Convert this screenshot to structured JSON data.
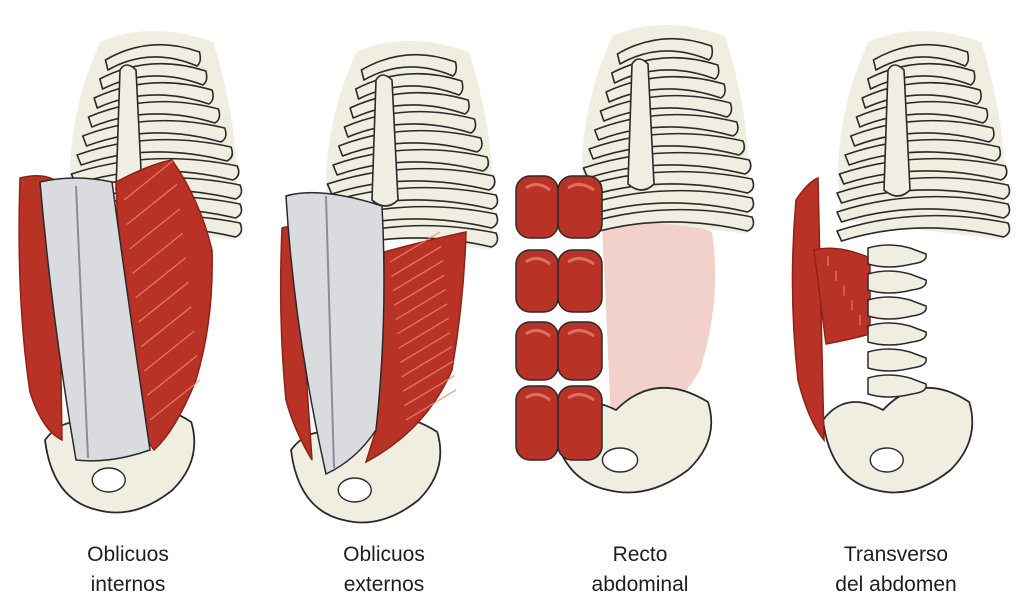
{
  "colors": {
    "bone": "#efeee0",
    "bone_outline": "#2a2a2a",
    "muscle": "#b83226",
    "muscle_dark": "#8e2219",
    "muscle_fiber": "#e98a7a",
    "fascia": "#d9dbdf",
    "fascia_light": "#f1f2f4",
    "muscle_tint": "#f0c9c1",
    "caption_text": "#1e1e1e"
  },
  "panels": [
    {
      "id": "internal-obliques",
      "caption_line1": "Oblicuos",
      "caption_line2": "internos"
    },
    {
      "id": "external-obliques",
      "caption_line1": "Oblicuos",
      "caption_line2": "externos"
    },
    {
      "id": "rectus-abdominis",
      "caption_line1": "Recto",
      "caption_line2": "abdominal"
    },
    {
      "id": "transverse-abdominis",
      "caption_line1": "Transverso",
      "caption_line2": "del abdomen"
    }
  ]
}
